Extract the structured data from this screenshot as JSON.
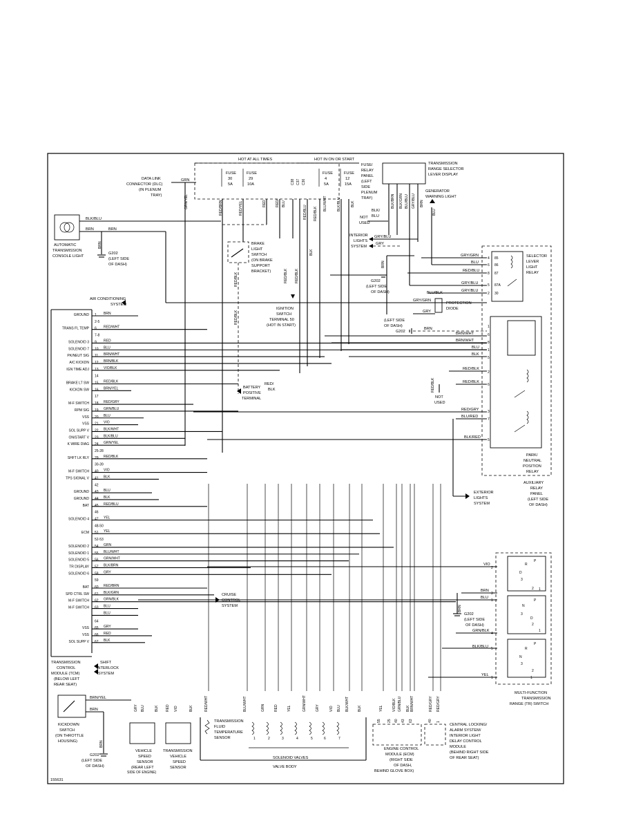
{
  "header": {
    "hot_at_all_times": "HOT AT ALL TIMES",
    "hot_in_on_or_start": "HOT IN ON OR START"
  },
  "fuse_panel": {
    "fuses": [
      {
        "name": "FUSE",
        "number": "30",
        "rating": "5A"
      },
      {
        "name": "FUSE",
        "number": "29",
        "rating": "10A"
      },
      {
        "name": "FUSE",
        "number": "4",
        "rating": "5A"
      },
      {
        "name": "FUSE",
        "number": "12",
        "rating": "15A"
      }
    ],
    "label": [
      "FUSE/",
      "RELAY",
      "PANEL",
      "(LEFT",
      "SIDE",
      "PLENUM",
      "TRAY)"
    ],
    "pins": [
      "C38",
      "C37",
      "C36"
    ]
  },
  "components": {
    "dlc": [
      "DATA LINK",
      "CONNECTOR (DLC)",
      "(IN PLENUM",
      "TRAY)"
    ],
    "tr_display": [
      "TRANSMISSION",
      "RANGE SELECTOR",
      "LEVER DISPLAY"
    ],
    "gen_light": [
      "GENERATOR",
      "WARNING LIGHT"
    ],
    "console_light": [
      "AUTOMATIC",
      "TRANSMISSION",
      "CONSOLE LIGHT"
    ],
    "g202_a": [
      "G202",
      "(LEFT SIDE",
      "OF DASH)"
    ],
    "brake_switch": [
      "BRAKE",
      "LIGHT",
      "SWITCH",
      "(ON BRAKE",
      "SUPPORT",
      "BRACKET)"
    ],
    "interior_lights": [
      "INTERIOR",
      "LIGHTS",
      "SYSTEM"
    ],
    "not_used": [
      "NOT",
      "USED"
    ],
    "g202_b": [
      "G202",
      "(LEFT SIDE",
      "OF DASH)"
    ],
    "selector_relay": [
      "SELECTOR",
      "LEVER",
      "LIGHT",
      "RELAY"
    ],
    "ac_system": [
      "AIR CONDITIONING",
      "SYSTEM"
    ],
    "ignition_terminal": [
      "IGNITION",
      "SWITCH",
      "TERMINAL 50",
      "(HOT IN START)"
    ],
    "protection_diode": [
      "PROTECTION",
      "DIODE"
    ],
    "g202_c": [
      "(LEFT SIDE",
      "OF DASH)",
      "G202"
    ],
    "battery_terminal": [
      "BATTERY",
      "POSITIVE",
      "TERMINAL"
    ],
    "park_neutral_relay": [
      "PARK/",
      "NEUTRAL",
      "POSITION",
      "RELAY"
    ],
    "aux_relay_panel": [
      "AUXILIARY",
      "RELAY",
      "PANEL",
      "(LEFT SIDE",
      "OF DASH)"
    ],
    "exterior_lights": [
      "EXTERIOR",
      "LIGHTS",
      "SYSTEM"
    ],
    "cruise_control": [
      "CRUISE",
      "CONTROL",
      "SYSTEM"
    ],
    "g202_d": [
      "G202",
      "(LEFT SIDE",
      "OF DASH)"
    ],
    "tcm": [
      "TRANSMISSION",
      "CONTROL",
      "MODULE (TCM)",
      "(BELOW LEFT",
      "REAR SEAT)"
    ],
    "shift_interlock": [
      "SHIFT",
      "INTERLOCK",
      "SYSTEM"
    ],
    "kickdown_switch": [
      "KICKDOWN",
      "SWITCH",
      "(ON THROTTLE",
      "HOUSING)"
    ],
    "g202_e": [
      "G202",
      "(LEFT SIDE",
      "OF DASH)"
    ],
    "vss": [
      "VEHICLE",
      "SPEED",
      "SENSOR",
      "(REAR LEFT",
      "SIDE OF ENGINE)"
    ],
    "tvss": [
      "TRANSMISSION",
      "VEHICLE",
      "SPEED",
      "SENSOR"
    ],
    "fluid_temp": [
      "TRANSMISSION",
      "FLUID",
      "TEMPERATURE",
      "SENSOR"
    ],
    "solenoid_valves": "SOLENOID VALVES",
    "valve_body": "VALVE BODY",
    "ecm": [
      "ENGINE CONTROL",
      "MODULE (ECM)",
      "(RIGHT SIDE",
      "OF DASH,",
      "BEHIND GLOVE BOX)"
    ],
    "central_locking": [
      "CENTRAL LOCKING/",
      "ALARM SYSTEM/",
      "INTERIOR LIGHT",
      "DELAY CONTROL",
      "MODULE",
      "(BEHIND RIGHT SIDE",
      "OF REAR SEAT)"
    ],
    "tr_switch": [
      "MULTI-FUNCTION",
      "TRANSMISSION",
      "RANGE (TR) SWITCH"
    ],
    "figure_id": "155631"
  },
  "tcm_pins": [
    {
      "label": "GROUND",
      "pin": "1",
      "wire": "BRN"
    },
    {
      "label": "",
      "pin": "2-5",
      "wire": ""
    },
    {
      "label": "TRANS FL TEMP",
      "pin": "6",
      "wire": "RED/WHT"
    },
    {
      "label": "",
      "pin": "7-8",
      "wire": ""
    },
    {
      "label": "SOLENOID 3",
      "pin": "9",
      "wire": "RED"
    },
    {
      "label": "SOLENOID 7",
      "pin": "10",
      "wire": "BLU"
    },
    {
      "label": "PK/NEUT SIG",
      "pin": "11",
      "wire": "BRN/WHT"
    },
    {
      "label": "A/C KICKDN",
      "pin": "12",
      "wire": "BRN/BLK"
    },
    {
      "label": "IGN TIME ADJ",
      "pin": "13",
      "wire": "VIO/BLK"
    },
    {
      "label": "",
      "pin": "14",
      "wire": ""
    },
    {
      "label": "BRAKE LT SW",
      "pin": "15",
      "wire": "RED/BLK"
    },
    {
      "label": "KICKDN SW",
      "pin": "16",
      "wire": "BRN/YEL"
    },
    {
      "label": "",
      "pin": "17",
      "wire": ""
    },
    {
      "label": "M-F SWITCH",
      "pin": "18",
      "wire": "RED/GRY"
    },
    {
      "label": "RPM SIG",
      "pin": "19",
      "wire": "GRN/BLU"
    },
    {
      "label": "VSS",
      "pin": "20",
      "wire": "BLU"
    },
    {
      "label": "VSS",
      "pin": "21",
      "wire": "VIO"
    },
    {
      "label": "SOL SUPP V",
      "pin": "22",
      "wire": "BLK/WHT"
    },
    {
      "label": "ON/START V",
      "pin": "23",
      "wire": "BLK/BLU"
    },
    {
      "label": "K WIRE DIAG",
      "pin": "24",
      "wire": "GRN/YEL"
    },
    {
      "label": "",
      "pin": "25-28",
      "wire": ""
    },
    {
      "label": "SHFT LK RLY",
      "pin": "29",
      "wire": "RED/BLK"
    },
    {
      "label": "",
      "pin": "30-39",
      "wire": ""
    },
    {
      "label": "M-F SWITCH",
      "pin": "40",
      "wire": "VIO"
    },
    {
      "label": "TPS SIGNAL V",
      "pin": "41",
      "wire": "BLK"
    },
    {
      "label": "",
      "pin": "42",
      "wire": ""
    },
    {
      "label": "GROUND",
      "pin": "43",
      "wire": "BLU"
    },
    {
      "label": "GROUND",
      "pin": "44",
      "wire": "BLK"
    },
    {
      "label": "BAT",
      "pin": "45",
      "wire": "RED/BLU"
    },
    {
      "label": "",
      "pin": "46",
      "wire": ""
    },
    {
      "label": "SOLENOID 4",
      "pin": "47",
      "wire": "YEL"
    },
    {
      "label": "",
      "pin": "48-50",
      "wire": ""
    },
    {
      "label": "ECM",
      "pin": "51",
      "wire": "YEL"
    },
    {
      "label": "",
      "pin": "52-53",
      "wire": ""
    },
    {
      "label": "SOLENOID 2",
      "pin": "54",
      "wire": "GRN"
    },
    {
      "label": "SOLENOID 1",
      "pin": "55",
      "wire": "BLU/WHT"
    },
    {
      "label": "SOLENOID 5",
      "pin": "56",
      "wire": "GRN/WHT"
    },
    {
      "label": "TR DISPLAY",
      "pin": "57",
      "wire": "BLK/BRN"
    },
    {
      "label": "SOLENOID 6",
      "pin": "58",
      "wire": "GRY"
    },
    {
      "label": "",
      "pin": "59",
      "wire": ""
    },
    {
      "label": "BAT",
      "pin": "60",
      "wire": "RED/BRN"
    },
    {
      "label": "SPD CTRL SW",
      "pin": "61",
      "wire": "BLK/GRN"
    },
    {
      "label": "M-F SWITCH",
      "pin": "62",
      "wire": "GRN/BLK"
    },
    {
      "label": "M-F SWITCH",
      "pin": "63",
      "wire": "BLU"
    },
    {
      "label": "",
      "pin": "",
      "wire": "BLU"
    },
    {
      "label": "",
      "pin": "64",
      "wire": ""
    },
    {
      "label": "VSS",
      "pin": "65",
      "wire": "GRY"
    },
    {
      "label": "VSS",
      "pin": "66",
      "wire": "RED"
    },
    {
      "label": "SOL SUPP V",
      "pin": "67",
      "wire": "BLK"
    }
  ],
  "wires": {
    "dlc_grn": "GRN",
    "dlc_grn_yel": "GRN/YEL",
    "console_blk_blu": "BLK/BLU",
    "console_brn": "BRN",
    "console_brn2": "BRN",
    "console_brn3": "BRN",
    "fuse_vertical": [
      "RED/BRN",
      "RED/YEL",
      "RED",
      "RED/",
      "BLU",
      "RED/BLU",
      "RED/BLK",
      "BLU/WHT",
      "BLK/BLU",
      "BLK"
    ],
    "tr_display_vertical": [
      "BLK/BRN",
      "BLK/GRN",
      "BLU/BLU",
      "GRY/BLU",
      "BRN"
    ],
    "brake_redblk": "RED/BLK",
    "brake_redblk2": "RED/BLK",
    "red_blk_left": "RED/BLK",
    "ignition_redblk": "RED/BLK",
    "blk_vertical": "BLK",
    "blk7": "BLK/",
    "blu_nu": "BLU",
    "gry_blu_il": "GRY/BLU",
    "gry_il": "GRY",
    "brn_g202": "BRN",
    "gen_blu": "BLU",
    "relay_gry_grn": "GRY/GRN",
    "relay_blu": "BLU",
    "relay_red_blu": "RED/BLU",
    "relay_gry_blu": "GRY/BLU",
    "relay_gry_blu2": "GRY/BLU",
    "relay_blu_blk": "BLU/BLK",
    "diode_gry_grn": "GRY/GRN",
    "diode_gry": "GRY",
    "pn_brn": "BRN",
    "pn_brn_wht": "BRN/WHT",
    "pn_brn_wht2": "BRN/WHT",
    "pn_blu": "BLU",
    "pn_blk": "BLK",
    "pn_red_blk": "RED/BLK",
    "pn_red_blk2": "RED/BLK",
    "pn_red_gry": "RED/GRY",
    "pn_blu_red": "BLU/RED",
    "pn_blk_red": "BLK/RED",
    "battery_red": "RED/",
    "battery_blk": "BLK",
    "nu_red_blk": "RED/BLK",
    "blu_vert": "BLU/RED",
    "trs_vio": "VIO",
    "trs_brn": "BRN",
    "trs_blu": "BLU",
    "trs_grn_blk": "GRN/BLK",
    "trs_blu_blu": "BLK/BLU",
    "trs_yel": "YEL",
    "trs_brn_g202": "BRN",
    "kd_brn_yel": "BRN/YEL",
    "kd_brn": "BRN",
    "kd_brn_g": "BRN",
    "bottom_labels": [
      "GRY",
      "BLU",
      "BLK",
      "RED",
      "VIO",
      "BLK",
      "RED/WHT",
      "BLU/WHT",
      "GRN",
      "RED",
      "YEL",
      "GRN/WHT",
      "GRY",
      "VIO",
      "BLU",
      "BLK/WHT",
      "BLK",
      "YEL",
      "VIO/BLK",
      "GRN/BLU",
      "BLK",
      "BRN/WHT",
      "RED/GRY",
      "RED/GRY"
    ],
    "ecm_pins": [
      "55",
      "25",
      "40",
      "43",
      "63"
    ],
    "cl_pins": [
      "40",
      "1"
    ]
  }
}
